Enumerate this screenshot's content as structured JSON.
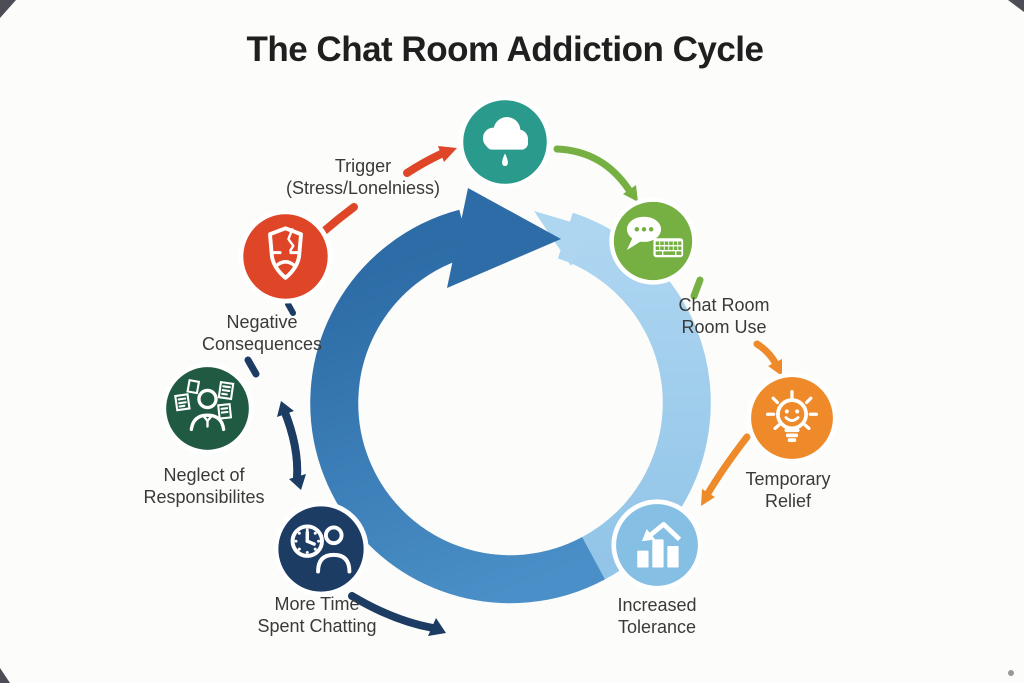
{
  "title": "The Chat Room Addiction Cycle",
  "background": "#fcfcfa",
  "stages": [
    {
      "name": "trigger",
      "label": "Trigger\n(Stress/Lonelniess)",
      "icon": "rain-cloud-icon",
      "color": "#2a9a8d"
    },
    {
      "name": "chat-room-use",
      "label": "Chat Room\nRoom Use",
      "icon": "chat-bubble-keyboard-icon",
      "color": "#76b043"
    },
    {
      "name": "temporary-relief",
      "label": "Temporary\nRelief",
      "icon": "lightbulb-smile-icon",
      "color": "#ee8a2a"
    },
    {
      "name": "increased-tolerance",
      "label": "Increased\nTolerance",
      "icon": "rising-bars-icon",
      "color": "#85bfe4"
    },
    {
      "name": "more-time-spent-chatting",
      "label": "More Time\nSpent Chatting",
      "icon": "clock-person-icon",
      "color": "#1d3c63"
    },
    {
      "name": "neglect-of-responsibilities",
      "label": "Neglect of\nResponsibilites",
      "icon": "person-papers-icon",
      "color": "#205a43"
    },
    {
      "name": "negative-consequences",
      "label": "Negative\nConsequences",
      "icon": "cracked-shield-face-icon",
      "color": "#df4527"
    }
  ],
  "ring": {
    "dark": "#2d6ca6",
    "mid": "#4a8fc7",
    "light": "#a6d1ee"
  },
  "arrows": {
    "red": "#df4527",
    "green": "#76b043",
    "orange": "#ee8a2a",
    "navy": "#1d3c63"
  }
}
